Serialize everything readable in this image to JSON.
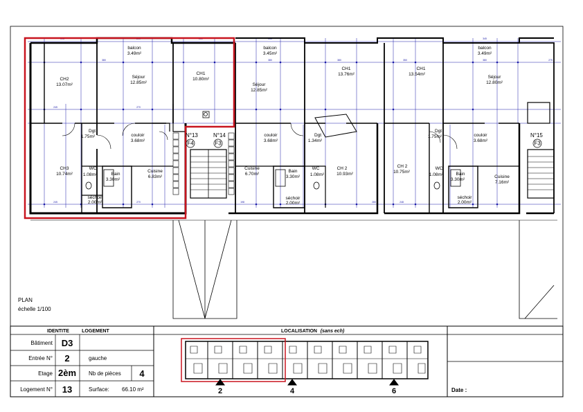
{
  "plan": {
    "caption_line1": "PLAN",
    "caption_line2": "échelle 1/100",
    "rooms": {
      "u1_balcon": {
        "name": "balcon",
        "area": "3.49m²"
      },
      "u1_ch2": {
        "name": "CH2",
        "area": "13.07m²"
      },
      "u1_sejour": {
        "name": "Séjour",
        "area": "12.85m²"
      },
      "u1_ch1": {
        "name": "CH1",
        "area": "10.80m²"
      },
      "u1_dgt": {
        "name": "Dgt",
        "area": "1.75m²"
      },
      "u1_couloir": {
        "name": "couloir",
        "area": "3.68m²"
      },
      "u1_ch3": {
        "name": "CH3",
        "area": "10.74m²"
      },
      "u1_wc": {
        "name": "WC",
        "area": "1.08m²"
      },
      "u1_bain": {
        "name": "Bain",
        "area": "3.30m²"
      },
      "u1_cuisine": {
        "name": "Cuisine",
        "area": "6.83m²"
      },
      "u1_sechoir": {
        "name": "séchoir",
        "area": "2.00m²"
      },
      "u2_balcon": {
        "name": "balcon",
        "area": "3.45m²"
      },
      "u2_sejour": {
        "name": "Séjour",
        "area": "12.85m²"
      },
      "u2_couloir": {
        "name": "couloir",
        "area": "3.68m²"
      },
      "u2_cuisine": {
        "name": "Cuisine",
        "area": "6.70m²"
      },
      "u2_bain": {
        "name": "Bain",
        "area": "3.30m²"
      },
      "u2_sechoir": {
        "name": "séchoir",
        "area": "2.00m²"
      },
      "u3_ch1": {
        "name": "CH1",
        "area": "13.76m²"
      },
      "u3_dgt": {
        "name": "Dgt",
        "area": "1.34m²"
      },
      "u3_wc": {
        "name": "WC",
        "area": "1.08m²"
      },
      "u3_ch2": {
        "name": "CH 2",
        "area": "10.93m²"
      },
      "u4_ch1": {
        "name": "CH1",
        "area": "13.54m²"
      },
      "u4_ch2": {
        "name": "CH 2",
        "area": "10.75m²"
      },
      "u5_balcon": {
        "name": "balcon",
        "area": "3.49m²"
      },
      "u5_sejour": {
        "name": "Séjour",
        "area": "12.80m²"
      },
      "u5_dgt": {
        "name": "Dgt",
        "area": "1.75m²"
      },
      "u5_couloir": {
        "name": "couloir",
        "area": "3.68m²"
      },
      "u5_wc": {
        "name": "WC",
        "area": "1.08m²"
      },
      "u5_bain": {
        "name": "Bain",
        "area": "3.30m²"
      },
      "u5_cuisine": {
        "name": "Cuisine",
        "area": "7.16m²"
      },
      "u5_sechoir": {
        "name": "séchoir",
        "area": "2.00m²"
      }
    },
    "stair_tags": {
      "n13": "N°13",
      "n14": "N°14",
      "n15": "N°15"
    },
    "stair_codes": {
      "f4a": "F4",
      "f3": "F3",
      "f4b": "F3"
    },
    "dims": [
      "345",
      "290",
      "260",
      "300",
      "115",
      "90",
      "245",
      "380",
      "270",
      "155",
      "270",
      "400",
      "330",
      "390",
      "453",
      "310",
      "235",
      "245",
      "140",
      "150",
      "198",
      "280",
      "248",
      "413",
      "380",
      "350",
      "345",
      "275",
      "340",
      "130",
      "168"
    ]
  },
  "title_block": {
    "identite_header": "IDENTITE",
    "logement_header": "LOGEMENT",
    "localisation_header": "LOCALISATION",
    "localisation_note": "(sans ech)",
    "rows": [
      {
        "label": "Bâtiment",
        "value": "D3",
        "extra": ""
      },
      {
        "label": "Entrée N°",
        "value": "2",
        "extra": "gauche"
      },
      {
        "label": "Etage",
        "value": "2èm",
        "extra": "Nb de pièces",
        "extra_value": "4"
      },
      {
        "label": "Logement N°",
        "value": "13",
        "extra": "Surface:",
        "extra_value": "66.10 m²"
      }
    ],
    "markers": [
      "2",
      "4",
      "6"
    ],
    "date_label": "Date :"
  },
  "colors": {
    "wall": "#000000",
    "dimension": "#1a1aa8",
    "highlight": "#c8141e",
    "white": "#ffffff"
  }
}
